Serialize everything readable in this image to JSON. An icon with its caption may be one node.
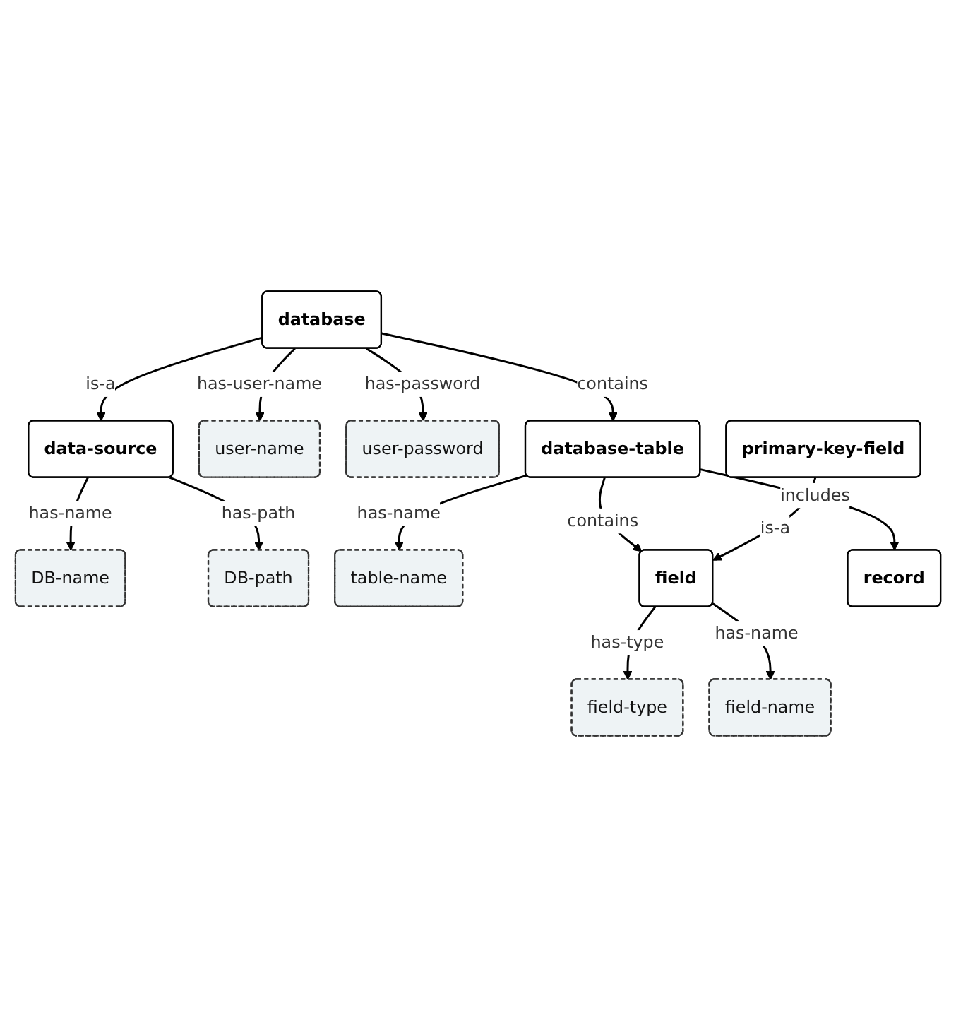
{
  "diagram": {
    "nodes": [
      {
        "text": [
          "DB-name"
        ]
      },
      {
        "text": [
          "DB-path"
        ]
      },
      {
        "text": [
          "data-source"
        ]
      },
      {
        "text": [
          "user-name"
        ]
      },
      {
        "text": [
          "database"
        ]
      },
      {
        "text": [
          "user-password"
        ]
      },
      {
        "text": [
          "table-name"
        ]
      },
      {
        "text": [
          "database-table"
        ]
      },
      {
        "text": [
          "field-type"
        ]
      },
      {
        "text": [
          "field"
        ]
      },
      {
        "text": [
          "record"
        ]
      },
      {
        "text": [
          "field-name"
        ]
      },
      {
        "text": [
          "primary-key-field"
        ]
      }
    ],
    "edges": [
      {
        "from": 2,
        "to": 0,
        "arrow": "to",
        "label": "has-name"
      },
      {
        "from": 2,
        "to": 1,
        "arrow": "to",
        "label": "has-path"
      },
      {
        "from": 4,
        "to": 2,
        "arrow": "to",
        "label": "is-a"
      },
      {
        "from": 4,
        "to": 3,
        "arrow": "to",
        "label": "has-user-name"
      },
      {
        "from": 4,
        "to": 5,
        "arrow": "to",
        "label": "has-password"
      },
      {
        "from": 4,
        "to": 7,
        "arrow": "to",
        "label": "contains"
      },
      {
        "from": 7,
        "to": 6,
        "arrow": "to",
        "label": "has-name"
      },
      {
        "from": 7,
        "to": 9,
        "arrow": "to",
        "label": "contains"
      },
      {
        "from": 7,
        "to": 10,
        "arrow": "to",
        "label": "includes"
      },
      {
        "from": 9,
        "to": 8,
        "arrow": "to",
        "label": "has-type"
      },
      {
        "from": 9,
        "to": 11,
        "arrow": "to",
        "label": "has-name"
      },
      {
        "from": 12,
        "to": 9,
        "arrow": "to",
        "label": "is-a"
      }
    ]
  }
}
